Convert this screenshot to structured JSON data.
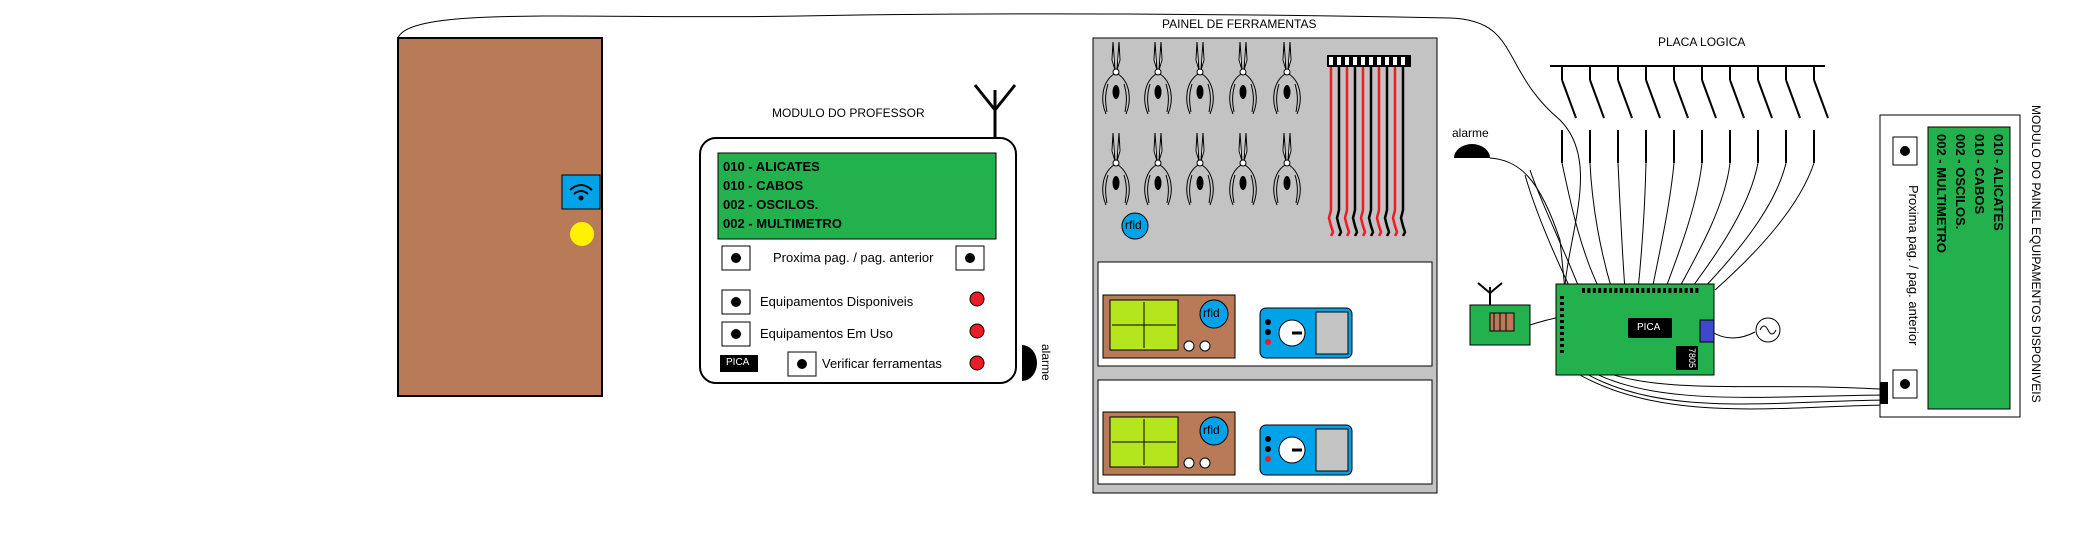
{
  "colors": {
    "door": "#b97a57",
    "lcd": "#22b14c",
    "led": "#ed1c24",
    "wifi": "#00a2e8",
    "bulb": "#fff200",
    "panel": "#c3c3c3",
    "screen_green": "#b5e61d",
    "board": "#22b14c"
  },
  "teacher_module": {
    "title": "MODULO DO PROFESSOR",
    "lcd_lines": [
      "010 - ALICATES",
      "010 - CABOS",
      "002 - OSCILOS.",
      "002 - MULTIMETRO"
    ],
    "nav_label": "Proxima pag. / pag. anterior",
    "buttons": [
      "Equipamentos Disponiveis",
      "Equipamentos Em Uso",
      "Verificar ferramentas"
    ],
    "chip_label": "PICA",
    "alarm_label": "alarme"
  },
  "tool_panel": {
    "title": "PAINEL DE FERRAMENTAS",
    "rfid_label": "rfid"
  },
  "logic_board": {
    "title": "PLACA LOGICA",
    "alarm_label": "alarme",
    "chip_label": "PICA",
    "regulator_label": "7805"
  },
  "equipment_module": {
    "title": "MODULO DO PAINEL EQUIPAMENTOS DISPONIVEIS",
    "lcd_lines": [
      "010 - ALICATES",
      "010 - CABOS",
      "002 - OSCILOS.",
      "002 - MULTIMETRO"
    ],
    "nav_label": "Proxima pag. / pag. anterior"
  }
}
